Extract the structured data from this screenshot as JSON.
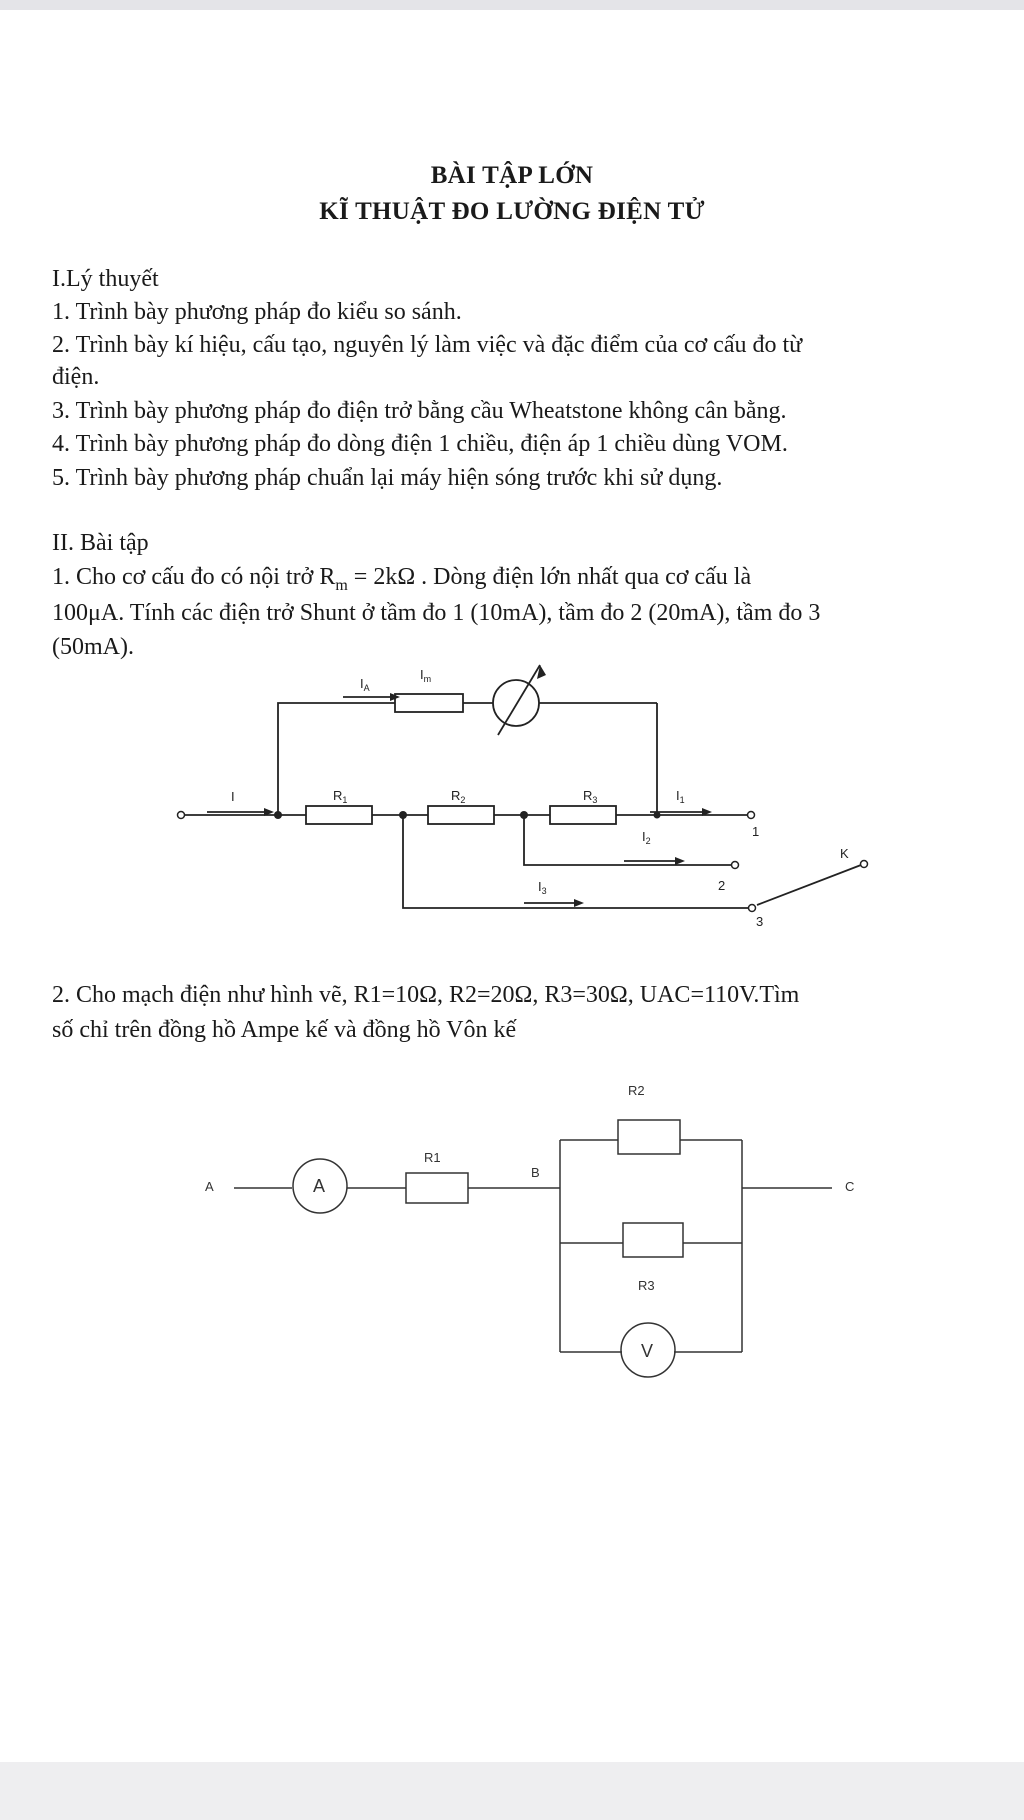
{
  "header": {
    "title_line1": "BÀI TẬP LỚN",
    "title_line2": "KĨ THUẬT ĐO LƯỜNG ĐIỆN TỬ"
  },
  "theory": {
    "heading": "I.Lý thuyết",
    "items": [
      "1. Trình bày phương pháp đo kiểu so sánh.",
      "2. Trình bày kí hiệu, cấu tạo, nguyên lý làm việc và đặc điểm của cơ cấu đo từ",
      "điện.",
      "3. Trình bày phương pháp đo điện trở bằng cầu Wheatstone không cân bằng.",
      "4. Trình bày phương pháp đo dòng điện 1 chiều, điện áp 1 chiều dùng VOM.",
      "5. Trình bày phương pháp chuẩn lại máy hiện sóng trước khi sử dụng."
    ]
  },
  "exercises": {
    "heading": "II. Bài tập",
    "ex1": {
      "line1_a": "1. Cho cơ cấu đo có nội trở R",
      "line1_sub": "m",
      "line1_b": " = 2kΩ . Dòng điện lớn nhất qua cơ cấu là",
      "line2": "100μA. Tính các điện trở Shunt ở tầm đo 1 (10mA), tầm đo 2 (20mA), tầm đo 3",
      "line3": "(50mA)."
    },
    "ex2": {
      "line1": "2. Cho mạch điện như hình vẽ, R1=10Ω, R2=20Ω, R3=30Ω, UAC=110V.Tìm",
      "line2": "số chỉ trên đồng hồ Ampe kế và đồng hồ Vôn kế"
    }
  },
  "circuit1": {
    "labels": {
      "IA": "I",
      "IA_sub": "A",
      "Im": "I",
      "Im_sub": "m",
      "I": "I",
      "R1": "R",
      "R1_sub": "1",
      "R2": "R",
      "R2_sub": "2",
      "R3": "R",
      "R3_sub": "3",
      "I1": "I",
      "I1_sub": "1",
      "I2": "I",
      "I2_sub": "2",
      "I3": "I",
      "I3_sub": "3",
      "K": "K",
      "t1": "1",
      "t2": "2",
      "t3": "3"
    }
  },
  "circuit2": {
    "labels": {
      "A": "A",
      "B": "B",
      "C": "C",
      "ammeter": "A",
      "voltmeter": "V",
      "R1": "R1",
      "R2": "R2",
      "R3": "R3"
    }
  }
}
